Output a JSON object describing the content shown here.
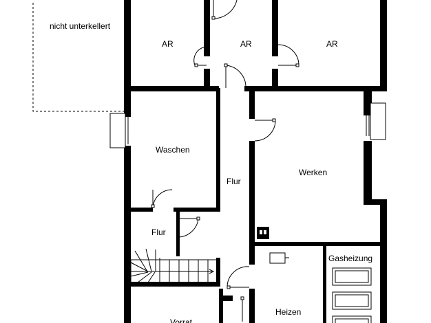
{
  "floor_plan": {
    "rooms": {
      "unexcavated": "nicht unterkellert",
      "storage_left": "AR",
      "storage_middle": "AR",
      "storage_right": "AR",
      "laundry": "Waschen",
      "hallway_main": "Flur",
      "hallway_small": "Flur",
      "workshop": "Werken",
      "heating_room": "Heizen",
      "gas_heating": "Gasheizung",
      "pantry": "Vorrat"
    },
    "colors": {
      "wall": "#000000",
      "background": "#ffffff"
    }
  }
}
